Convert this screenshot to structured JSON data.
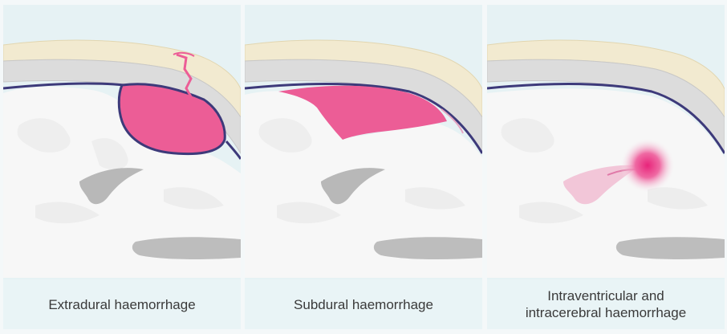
{
  "panels": [
    {
      "caption_lines": [
        "Extradural haemorrhage"
      ]
    },
    {
      "caption_lines": [
        "Subdural haemorrhage"
      ]
    },
    {
      "caption_lines": [
        "Intraventricular and",
        "intracerebral haemorrhage"
      ]
    }
  ],
  "colors": {
    "background": "#e6f2f4",
    "scalp": "#f2ead0",
    "skull": "#d9d9d9",
    "dura": "#3d3a7a",
    "brain": "#f7f7f7",
    "ventricle": "#b8b8b8",
    "blood": "#ec5d96"
  }
}
